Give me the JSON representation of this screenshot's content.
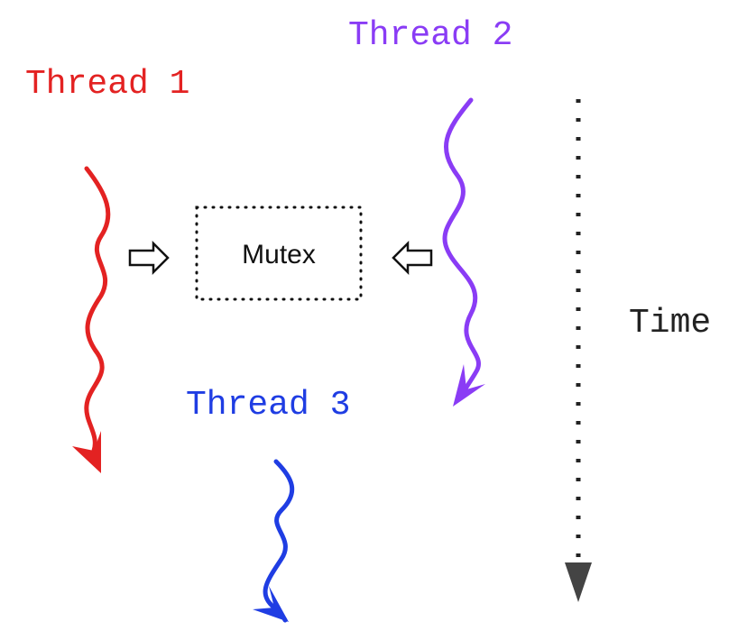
{
  "threads": [
    {
      "id": "thread-1",
      "label": "Thread 1",
      "color": "#e32222"
    },
    {
      "id": "thread-2",
      "label": "Thread 2",
      "color": "#8a3cf5"
    },
    {
      "id": "thread-3",
      "label": "Thread 3",
      "color": "#1f3de3"
    }
  ],
  "mutex": {
    "label": "Mutex"
  },
  "time": {
    "label": "Time",
    "color": "#444444"
  },
  "icons": {
    "access_left": "hollow-right-arrow-icon",
    "access_right": "hollow-left-arrow-icon"
  }
}
